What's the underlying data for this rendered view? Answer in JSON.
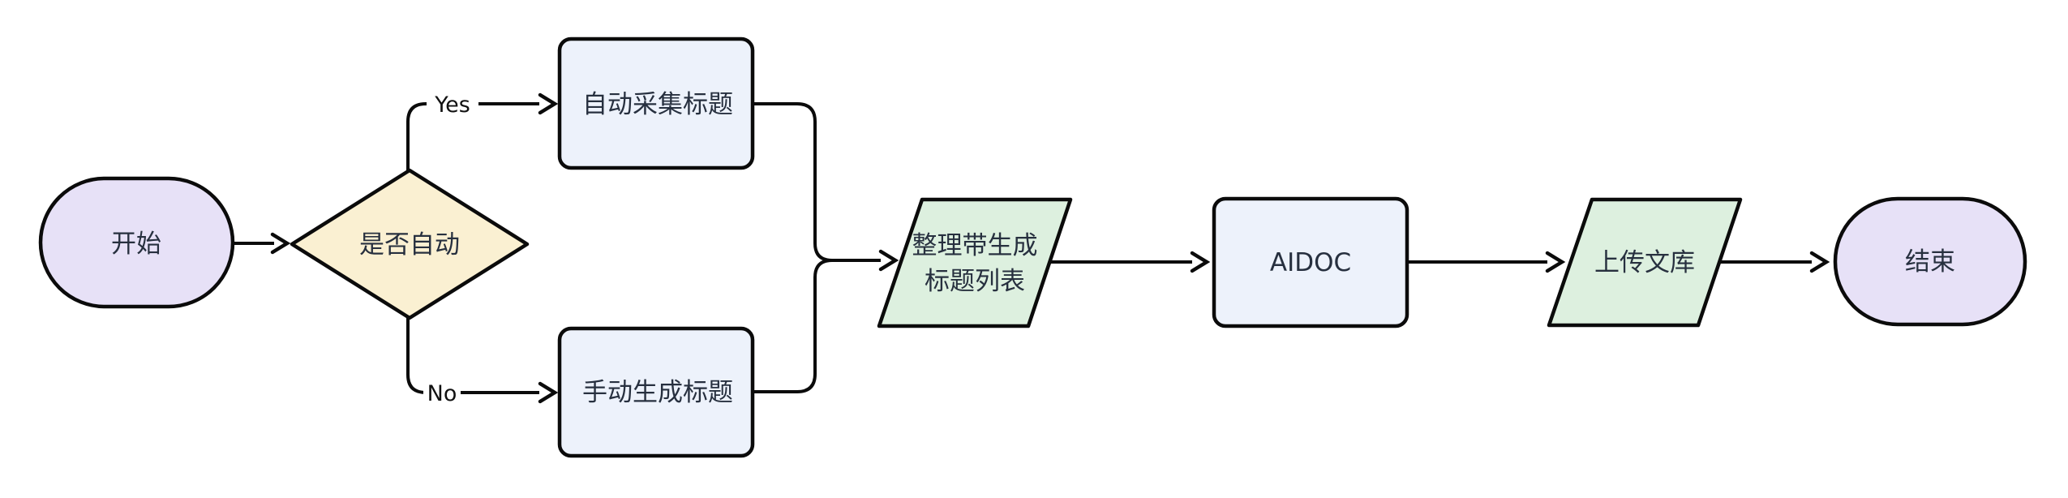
{
  "flowchart": {
    "nodes": {
      "start": {
        "label": "开始",
        "shape": "stadium"
      },
      "decision": {
        "label": "是否自动",
        "shape": "diamond"
      },
      "auto_collect": {
        "label": "自动采集标题",
        "shape": "rounded-rect"
      },
      "manual_gen": {
        "label": "手动生成标题",
        "shape": "rounded-rect"
      },
      "organize": {
        "label_line1": "整理带生成",
        "label_line2": "标题列表",
        "shape": "parallelogram"
      },
      "aidoc": {
        "label": "AIDOC",
        "shape": "rounded-rect"
      },
      "upload": {
        "label": "上传文库",
        "shape": "parallelogram"
      },
      "end": {
        "label": "结束",
        "shape": "stadium"
      }
    },
    "edge_labels": {
      "yes": "Yes",
      "no": "No"
    },
    "edges": [
      {
        "from": "start",
        "to": "decision",
        "label": ""
      },
      {
        "from": "decision",
        "to": "auto_collect",
        "label": "Yes"
      },
      {
        "from": "decision",
        "to": "manual_gen",
        "label": "No"
      },
      {
        "from": "auto_collect",
        "to": "organize",
        "label": ""
      },
      {
        "from": "manual_gen",
        "to": "organize",
        "label": ""
      },
      {
        "from": "organize",
        "to": "aidoc",
        "label": ""
      },
      {
        "from": "aidoc",
        "to": "upload",
        "label": ""
      },
      {
        "from": "upload",
        "to": "end",
        "label": ""
      }
    ],
    "colors": {
      "background": "#ffffff",
      "stadium_fill": "#e7e1f7",
      "decision_fill": "#faf0d2",
      "process_fill": "#edf2fb",
      "data_fill": "#ddf0df",
      "stroke": "#0b0b0b",
      "node_text": "#27303f",
      "edge_label_text": "#111111"
    }
  }
}
